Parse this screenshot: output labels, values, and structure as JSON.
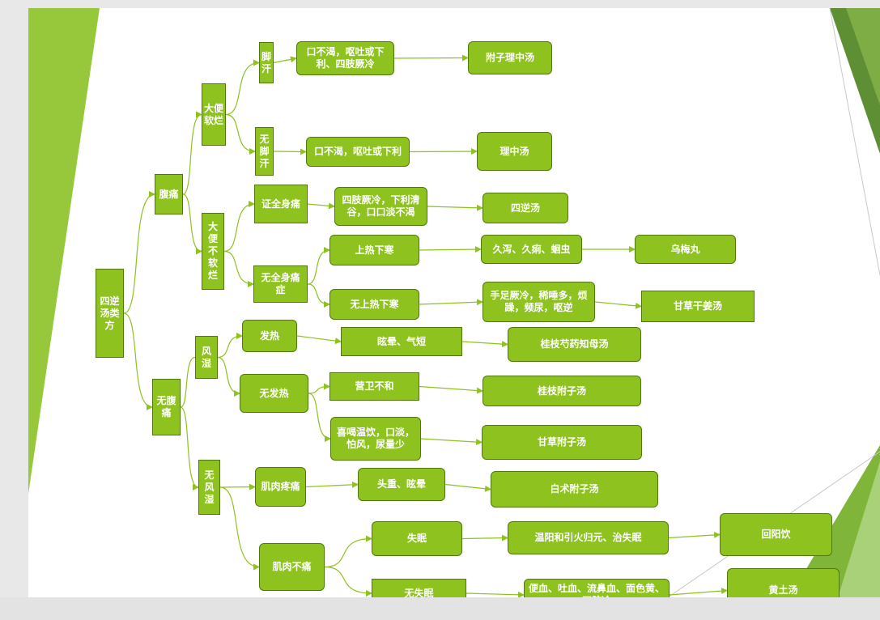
{
  "nodes": [
    {
      "id": "root",
      "text": "四逆汤类方"
    },
    {
      "id": "abdominal-pain",
      "text": "腹痛"
    },
    {
      "id": "no-abdominal-pain",
      "text": "无腹痛"
    },
    {
      "id": "loose-stool",
      "text": "大便软烂"
    },
    {
      "id": "not-loose-stool",
      "text": "大便不软烂"
    },
    {
      "id": "foot-sweat",
      "text": "脚汗"
    },
    {
      "id": "no-foot-sweat",
      "text": "无脚汗"
    },
    {
      "id": "symptom-a1",
      "text": "口不渴，呕吐或下利、四肢厥冷"
    },
    {
      "id": "fuzi-lizhong",
      "text": "附子理中汤"
    },
    {
      "id": "symptom-a2",
      "text": "口不渴，呕吐或下利"
    },
    {
      "id": "lizhong",
      "text": "理中汤"
    },
    {
      "id": "whole-body-pain",
      "text": "证全身痛"
    },
    {
      "id": "symptom-b1",
      "text": "四肢厥冷，下利清谷，口口淡不渴"
    },
    {
      "id": "sini",
      "text": "四逆汤"
    },
    {
      "id": "no-whole-body-pain",
      "text": "无全身痛症"
    },
    {
      "id": "upper-heat",
      "text": "上热下寒"
    },
    {
      "id": "symptom-c1",
      "text": "久泻、久痢、蛔虫"
    },
    {
      "id": "wumei",
      "text": "乌梅丸"
    },
    {
      "id": "no-upper-heat",
      "text": "无上热下寒"
    },
    {
      "id": "symptom-c2",
      "text": "手足厥冷，稀唾多，烦躁，频尿，呕逆"
    },
    {
      "id": "gancao-ganjiang",
      "text": "甘草干姜汤"
    },
    {
      "id": "wind-damp",
      "text": "风湿"
    },
    {
      "id": "fever",
      "text": "发热"
    },
    {
      "id": "symptom-d1",
      "text": "眩晕、气短"
    },
    {
      "id": "guizhi-shaoyao-zhimu",
      "text": "桂枝芍药知母汤"
    },
    {
      "id": "no-fever",
      "text": "无发热"
    },
    {
      "id": "yingwei",
      "text": "营卫不和"
    },
    {
      "id": "guizhi-fuzi",
      "text": "桂枝附子汤"
    },
    {
      "id": "symptom-d2",
      "text": "喜喝温饮，口淡，怕风，尿量少"
    },
    {
      "id": "gancao-fuzi",
      "text": "甘草附子汤"
    },
    {
      "id": "no-wind-damp",
      "text": "无风湿"
    },
    {
      "id": "muscle-pain",
      "text": "肌肉疼痛"
    },
    {
      "id": "symptom-e1",
      "text": "头重、眩晕"
    },
    {
      "id": "baizhu-fuzi",
      "text": "白术附子汤"
    },
    {
      "id": "no-muscle-pain",
      "text": "肌肉不痛"
    },
    {
      "id": "insomnia",
      "text": "失眠"
    },
    {
      "id": "symptom-e2",
      "text": "温阳和引火归元、治失眠"
    },
    {
      "id": "huiyang",
      "text": "回阳饮"
    },
    {
      "id": "no-insomnia",
      "text": "无失眠"
    },
    {
      "id": "symptom-e3",
      "text": "便血、吐血、流鼻血、面色黄、四肢冷"
    },
    {
      "id": "huangtu",
      "text": "黄土汤"
    }
  ],
  "edges": [
    [
      "root",
      "abdominal-pain"
    ],
    [
      "root",
      "no-abdominal-pain"
    ],
    [
      "abdominal-pain",
      "loose-stool"
    ],
    [
      "abdominal-pain",
      "not-loose-stool"
    ],
    [
      "loose-stool",
      "foot-sweat"
    ],
    [
      "loose-stool",
      "no-foot-sweat"
    ],
    [
      "foot-sweat",
      "symptom-a1"
    ],
    [
      "symptom-a1",
      "fuzi-lizhong"
    ],
    [
      "no-foot-sweat",
      "symptom-a2"
    ],
    [
      "symptom-a2",
      "lizhong"
    ],
    [
      "not-loose-stool",
      "whole-body-pain"
    ],
    [
      "not-loose-stool",
      "no-whole-body-pain"
    ],
    [
      "whole-body-pain",
      "symptom-b1"
    ],
    [
      "symptom-b1",
      "sini"
    ],
    [
      "no-whole-body-pain",
      "upper-heat"
    ],
    [
      "no-whole-body-pain",
      "no-upper-heat"
    ],
    [
      "upper-heat",
      "symptom-c1"
    ],
    [
      "symptom-c1",
      "wumei"
    ],
    [
      "no-upper-heat",
      "symptom-c2"
    ],
    [
      "symptom-c2",
      "gancao-ganjiang"
    ],
    [
      "no-abdominal-pain",
      "wind-damp"
    ],
    [
      "no-abdominal-pain",
      "no-wind-damp"
    ],
    [
      "wind-damp",
      "fever"
    ],
    [
      "wind-damp",
      "no-fever"
    ],
    [
      "fever",
      "symptom-d1"
    ],
    [
      "symptom-d1",
      "guizhi-shaoyao-zhimu"
    ],
    [
      "no-fever",
      "yingwei"
    ],
    [
      "no-fever",
      "symptom-d2"
    ],
    [
      "yingwei",
      "guizhi-fuzi"
    ],
    [
      "symptom-d2",
      "gancao-fuzi"
    ],
    [
      "no-wind-damp",
      "muscle-pain"
    ],
    [
      "no-wind-damp",
      "no-muscle-pain"
    ],
    [
      "muscle-pain",
      "symptom-e1"
    ],
    [
      "symptom-e1",
      "baizhu-fuzi"
    ],
    [
      "no-muscle-pain",
      "insomnia"
    ],
    [
      "no-muscle-pain",
      "no-insomnia"
    ],
    [
      "insomnia",
      "symptom-e2"
    ],
    [
      "symptom-e2",
      "huiyang"
    ],
    [
      "no-insomnia",
      "symptom-e3"
    ],
    [
      "symptom-e3",
      "huangtu"
    ]
  ],
  "colors": {
    "node_fill": "#8dc21f",
    "node_border": "#4f7a0a",
    "node_text": "#ffffff",
    "edge": "#8dc21f",
    "accent_dark": "#5b8a1e",
    "accent_light": "#b9dc7c"
  }
}
